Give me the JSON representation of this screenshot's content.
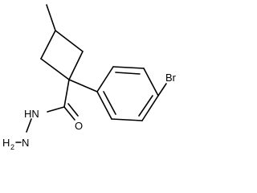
{
  "structure": {
    "atoms": {
      "bromine": "Br",
      "carbonyl_oxygen": "O",
      "hydrazide_nh": "HN",
      "terminal_nitrogen": "N",
      "terminal_h": "H",
      "terminal_h_count": "2"
    }
  }
}
